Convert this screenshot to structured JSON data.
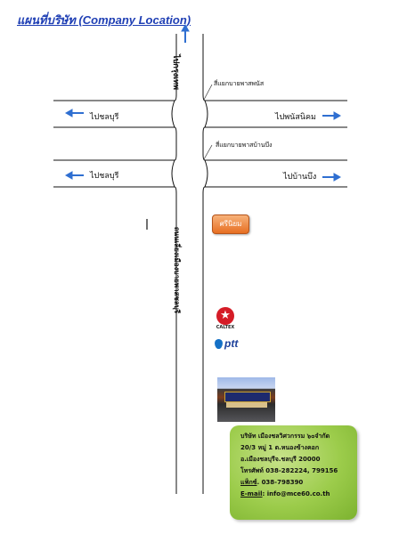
{
  "title": "แผนที่บริษัท (Company Location)",
  "roads": {
    "main_road_vertical": "ถนนเลี่ยงเมืองบายพาสชลบุรี",
    "to_bangkok": "ไปกรุงเทพ",
    "upper_left": "ไปชลบุรี",
    "upper_right": "ไปพนัสนิคม",
    "lower_left": "ไปชลบุรี",
    "lower_right": "ไปบ้านบึง",
    "junction_upper": "สี่แยกบายพาสพนัส",
    "junction_lower": "สี่แยกบายพาสบ้านบึง"
  },
  "landmarks": {
    "sriyim": "ศรีนิยม",
    "caltex": "CALTEX",
    "ptt": "ptt"
  },
  "contact": {
    "company": "บริษัท เมืองชลวิศวกรรม ๖๐จำกัด",
    "address1": "20/3 หมู่ 1 ต.หนองข้างคอก",
    "address2": "อ.เมืองชลบุรีจ.ชลบุรี  20000",
    "phone": "โทรศัพท์ 038-282224, 799156",
    "fax_label": "แฟ็กซ์",
    "fax": ". 038-798390",
    "email_label": "E-mail",
    "email": ": info@mce60.co.th"
  },
  "colors": {
    "arrow": "#2f6fd1",
    "title": "#1f3fb4"
  }
}
